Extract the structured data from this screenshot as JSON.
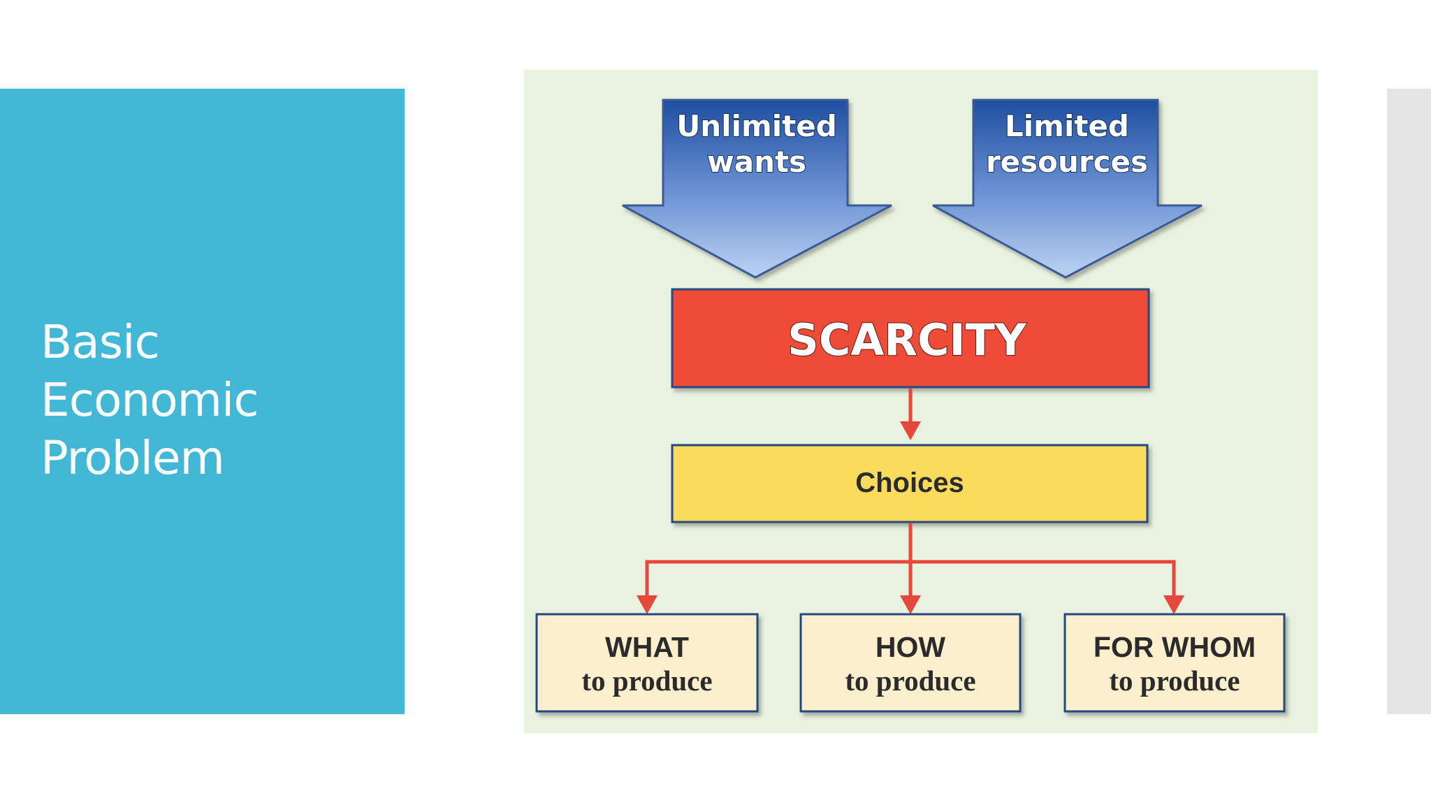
{
  "slide": {
    "title_lines": [
      "Basic",
      "Economic",
      "Problem"
    ]
  },
  "diagram": {
    "arrows": [
      {
        "lines": [
          "Unlimited",
          "wants"
        ]
      },
      {
        "lines": [
          "Limited",
          "resources"
        ]
      }
    ],
    "scarcity_label": "SCARCITY",
    "choices_label": "Choices",
    "questions": [
      {
        "line1": "WHAT",
        "line2": "to produce"
      },
      {
        "line1": "HOW",
        "line2": "to produce"
      },
      {
        "line1": "FOR WHOM",
        "line2": "to produce"
      }
    ],
    "colors": {
      "background": "#e9f2df",
      "arrow_top": "#1e4fa0",
      "arrow_bottom": "#b4ccee",
      "arrow_border": "#3a5a96",
      "scarcity_fill": "#ee4c38",
      "choices_fill": "#fbdb5c",
      "question_fill": "#fcefcd",
      "box_border": "#244a82",
      "connector": "#e5473a"
    }
  }
}
